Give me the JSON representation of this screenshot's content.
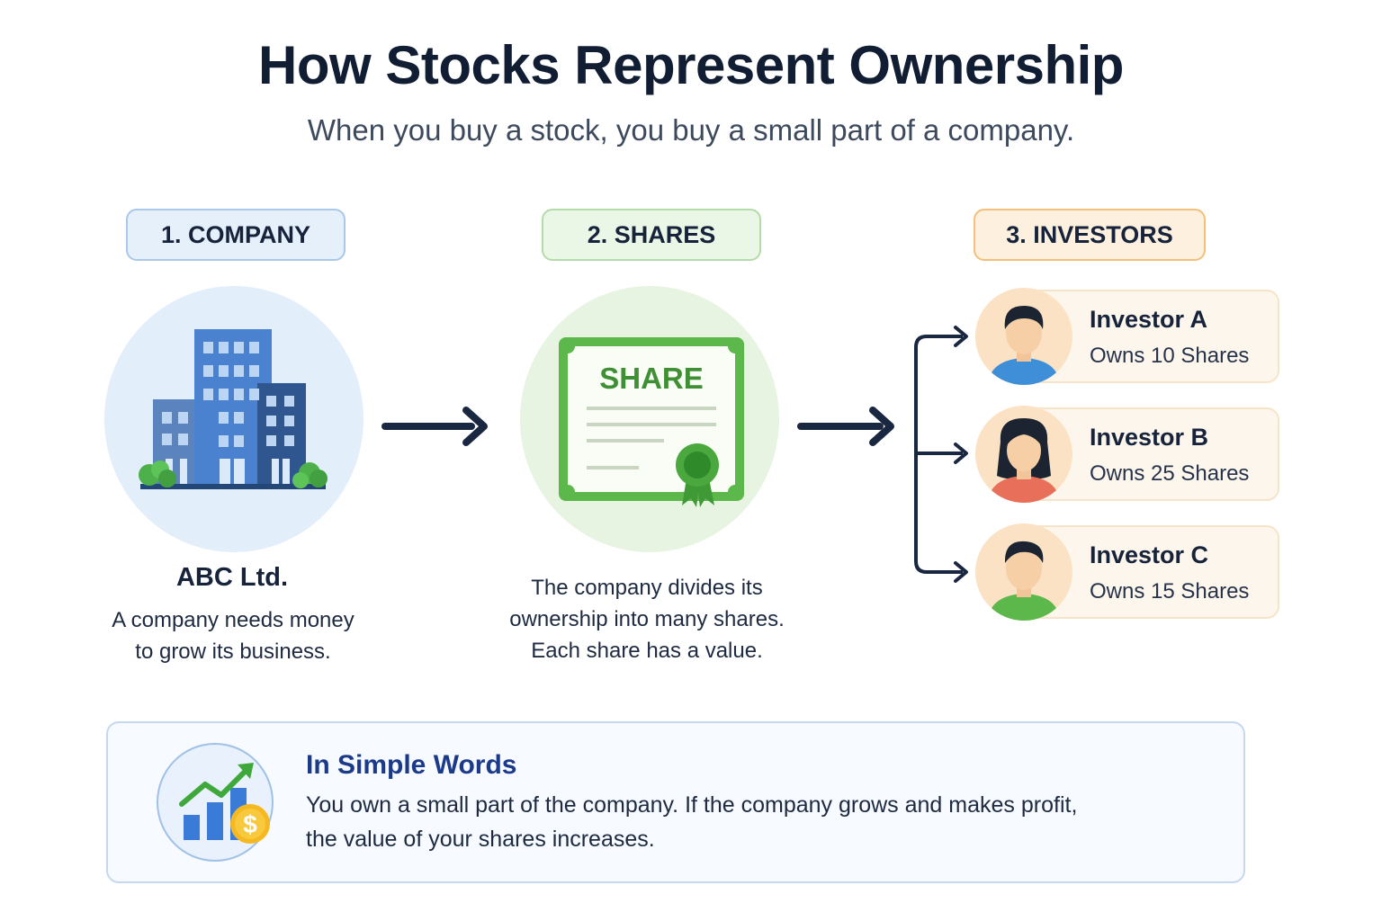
{
  "header": {
    "title": "How Stocks Represent Ownership",
    "subtitle": "When you buy a stock, you buy a small part of a company."
  },
  "steps": [
    {
      "label": "1. COMPANY",
      "name": "ABC Ltd.",
      "description_lines": [
        "A company needs money",
        "to grow its business."
      ],
      "icon": "office-building-icon"
    },
    {
      "label": "2. SHARES",
      "certificate_text": "SHARE",
      "description_lines": [
        "The company divides its",
        "ownership into many shares.",
        "Each share has a value."
      ],
      "icon": "share-certificate-icon"
    },
    {
      "label": "3. INVESTORS",
      "investors": [
        {
          "name": "Investor A",
          "shares": "Owns 10 Shares",
          "shirt_color": "#3f8fd8",
          "hair": "short"
        },
        {
          "name": "Investor B",
          "shares": "Owns 25 Shares",
          "shirt_color": "#e8705a",
          "hair": "long"
        },
        {
          "name": "Investor C",
          "shares": "Owns 15 Shares",
          "shirt_color": "#5cb84a",
          "hair": "short"
        }
      ]
    }
  ],
  "summary": {
    "title": "In Simple Words",
    "lines": [
      "You own a small part of the company. If the company grows and makes profit,",
      "the value of your shares increases."
    ],
    "icon": "growth-chart-dollar-icon"
  },
  "colors": {
    "blue_accent": "#4a82d0",
    "green_accent": "#5cb84a",
    "orange_accent": "#f2c07a",
    "arrow": "#1a2740"
  }
}
